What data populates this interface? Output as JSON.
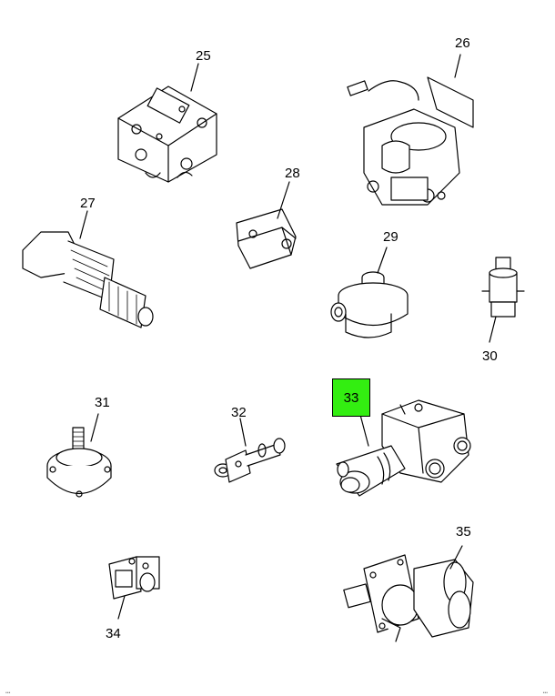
{
  "diagram": {
    "callouts": {
      "p25": "25",
      "p26": "26",
      "p27": "27",
      "p28": "28",
      "p29": "29",
      "p30": "30",
      "p31": "31",
      "p32": "32",
      "p33": "33",
      "p34": "34",
      "p35": "35"
    },
    "highlighted_part": "33",
    "highlight_color": "#33ee11"
  },
  "footer": {
    "left": "…",
    "right": "…"
  }
}
